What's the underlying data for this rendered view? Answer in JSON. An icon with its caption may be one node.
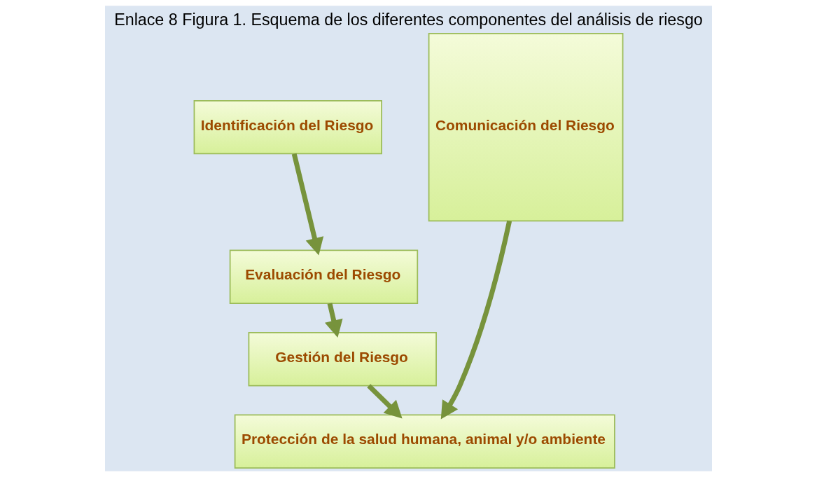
{
  "diagram": {
    "title": "Enlace 8 Figura 1. Esquema de los diferentes componentes del análisis de riesgo",
    "nodes": [
      {
        "text": [
          "Identificación del Riesgo"
        ]
      },
      {
        "text": [
          "Evaluación del Riesgo"
        ]
      },
      {
        "text": [
          "Gestión del Riesgo"
        ]
      },
      {
        "text": [
          "Protección de la salud humana, animal y/o ambiente"
        ]
      },
      {
        "text": [
          "Comunicación del Riesgo"
        ]
      }
    ],
    "edges": [
      {
        "from": 0,
        "to": 1,
        "arrow": "to"
      },
      {
        "from": 1,
        "to": 2,
        "arrow": "to"
      },
      {
        "from": 2,
        "to": 3,
        "arrow": "to"
      },
      {
        "from": 4,
        "to": 3,
        "arrow": "to"
      }
    ]
  }
}
